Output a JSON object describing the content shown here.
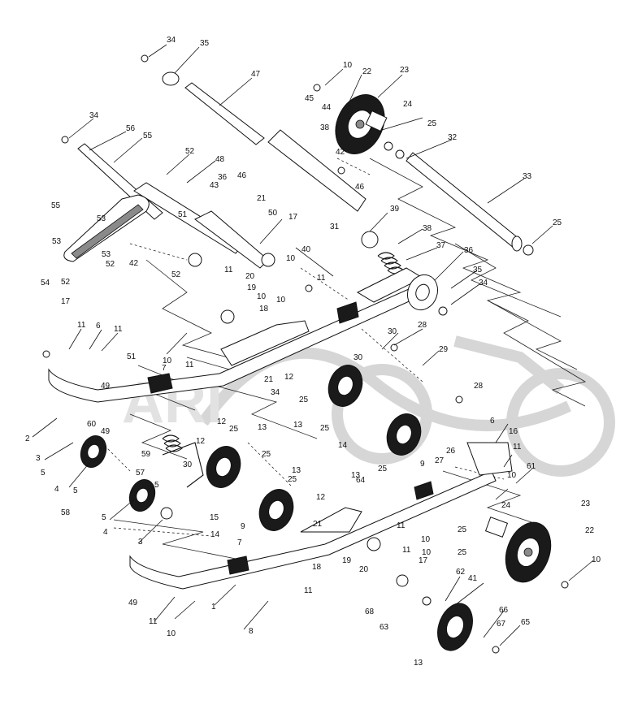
{
  "watermark": "ARI",
  "callouts": [
    "34",
    "35",
    "47",
    "10",
    "22",
    "23",
    "45",
    "44",
    "24",
    "34",
    "56",
    "55",
    "38",
    "25",
    "32",
    "52",
    "42",
    "48",
    "36",
    "46",
    "33",
    "43",
    "21",
    "46",
    "55",
    "53",
    "51",
    "50",
    "17",
    "39",
    "38",
    "25",
    "53",
    "54",
    "40",
    "37",
    "36",
    "35",
    "52",
    "31",
    "10",
    "53",
    "52",
    "42",
    "52",
    "17",
    "11",
    "34",
    "11",
    "20",
    "19",
    "10",
    "18",
    "10",
    "11",
    "6",
    "11",
    "51",
    "10",
    "11",
    "21",
    "7",
    "49",
    "30",
    "28",
    "29",
    "30",
    "12",
    "34",
    "25",
    "25",
    "28",
    "2",
    "60",
    "13",
    "14",
    "12",
    "49",
    "13",
    "25",
    "6",
    "16",
    "11",
    "3",
    "59",
    "30",
    "5",
    "25",
    "26",
    "4",
    "5",
    "57",
    "12",
    "9",
    "27",
    "5",
    "13",
    "13",
    "25",
    "10",
    "58",
    "5",
    "64",
    "25",
    "61",
    "4",
    "15",
    "12",
    "25",
    "23",
    "3",
    "9",
    "14",
    "21",
    "7",
    "11",
    "24",
    "22",
    "10",
    "10",
    "17",
    "11",
    "20",
    "19",
    "18",
    "11",
    "25",
    "49",
    "10",
    "62",
    "68",
    "41",
    "1",
    "66",
    "63",
    "67",
    "65",
    "11",
    "10",
    "8",
    "13"
  ]
}
